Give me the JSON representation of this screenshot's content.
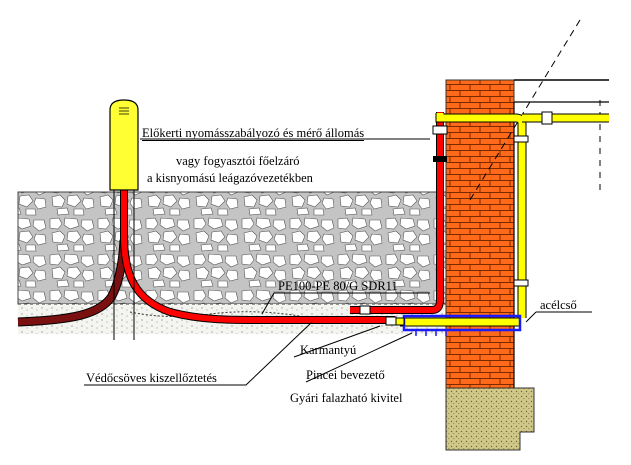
{
  "labels": {
    "station": "Előkerti nyomásszabályozó és mérő állomás",
    "valve_line1": "vagy fogyasztói főelzáró",
    "valve_line2": "a kisnyomású leágazóvezetékben",
    "pipe_spec": "PE100-PE 80/G SDR11",
    "steel_pipe": "acélcső",
    "coupling": "Karmantyú",
    "protective_tube": "Védőcsöves kiszellőztetés",
    "basement_inlet": "Pincei bevezető",
    "factory_wall": "Gyári falazható kivitel"
  },
  "colors": {
    "pe_pipe": "#ff0000",
    "dark_pipe": "#7a1010",
    "steel_pipe": "#ffff00",
    "brick": "#ff6a1a",
    "foundation": "#c8c080",
    "sleeve": "#1a1aff",
    "soil": "#c8c8c8"
  }
}
